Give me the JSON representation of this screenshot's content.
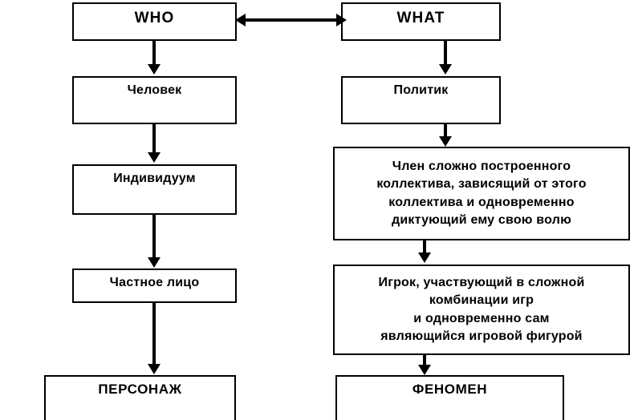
{
  "diagram": {
    "title": "",
    "colors": {
      "stroke": "#000000",
      "fill": "#ffffff",
      "text": "#000000"
    },
    "columns": [
      {
        "name": "who-column",
        "nodes": [
          {
            "id": "who",
            "label": "WHO"
          },
          {
            "id": "chelovek",
            "label": "Человек"
          },
          {
            "id": "individuum",
            "label": "Индивидуум"
          },
          {
            "id": "chastnoe-lico",
            "label": "Частное лицо"
          },
          {
            "id": "personazh",
            "label": "ПЕРСОНАЖ"
          }
        ]
      },
      {
        "name": "what-column",
        "nodes": [
          {
            "id": "what",
            "label": "WHAT"
          },
          {
            "id": "politik",
            "label": "Политик"
          },
          {
            "id": "chlen",
            "label": "Член сложно построенного\nколлектива, зависящий от этого\nколлектива и одновременно\nдиктующий ему свою волю"
          },
          {
            "id": "igrok",
            "label": "Игрок, участвующий в сложной\nкомбинации игр\nи одновременно сам\nявляющийся игровой фигурой"
          },
          {
            "id": "fenomen",
            "label": "ФЕНОМЕН"
          }
        ]
      }
    ],
    "connectors": [
      {
        "id": "who-what-link",
        "type": "double-arrow-horizontal",
        "from": "who",
        "to": "what"
      },
      {
        "id": "who-chelovek",
        "type": "arrow-down",
        "from": "who",
        "to": "chelovek"
      },
      {
        "id": "chelovek-individuum",
        "type": "arrow-down",
        "from": "chelovek",
        "to": "individuum"
      },
      {
        "id": "individuum-chastnoe",
        "type": "arrow-down",
        "from": "individuum",
        "to": "chastnoe-lico"
      },
      {
        "id": "chastnoe-personazh",
        "type": "arrow-down",
        "from": "chastnoe-lico",
        "to": "personazh"
      },
      {
        "id": "what-politik",
        "type": "arrow-down",
        "from": "what",
        "to": "politik"
      },
      {
        "id": "politik-chlen",
        "type": "arrow-down",
        "from": "politik",
        "to": "chlen"
      },
      {
        "id": "chlen-igrok",
        "type": "arrow-down",
        "from": "chlen",
        "to": "igrok"
      },
      {
        "id": "igrok-fenomen",
        "type": "arrow-down",
        "from": "igrok",
        "to": "fenomen"
      }
    ]
  }
}
